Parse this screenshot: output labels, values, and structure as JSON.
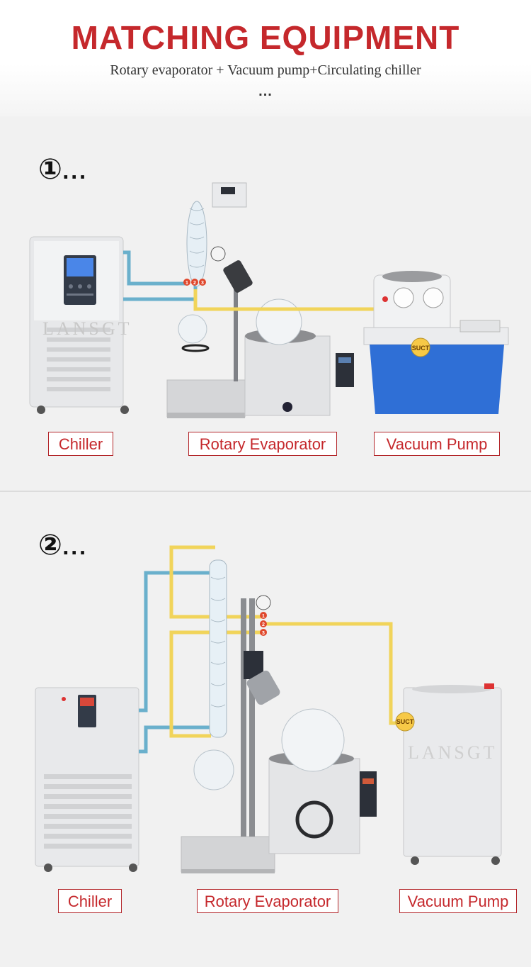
{
  "header": {
    "title": "MATCHING EQUIPMENT",
    "subtitle": "Rotary evaporator + Vacuum pump+Circulating chiller",
    "dots": "..."
  },
  "setups": [
    {
      "number": "①",
      "dots": "...",
      "labels": {
        "chiller": "Chiller",
        "evaporator": "Rotary Evaporator",
        "pump": "Vacuum Pump"
      },
      "watermark": "LANSGT",
      "suct_label": "SUCT",
      "ports": [
        "1",
        "2",
        "3"
      ]
    },
    {
      "number": "②",
      "dots": "...",
      "labels": {
        "chiller": "Chiller",
        "evaporator": "Rotary Evaporator",
        "pump": "Vacuum Pump"
      },
      "watermark": "LANSGT",
      "suct_label": "SUCT",
      "ports": [
        "1",
        "2",
        "3"
      ]
    }
  ],
  "colors": {
    "accent_red": "#c5282c",
    "coolant_pipe": "#6ab0cc",
    "vacuum_pipe": "#f1d45a",
    "pump_blue": "#2f6fd6"
  }
}
